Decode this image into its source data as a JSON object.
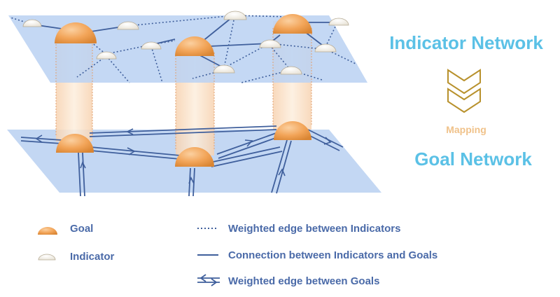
{
  "labels": {
    "top_network": "Indicator Network",
    "mapping": "Mapping",
    "bottom_network": "Goal Network"
  },
  "legend": {
    "goal": "Goal",
    "indicator": "Indicator",
    "dotted_edge": "Weighted edge between Indicators",
    "solid_edge": "Connection between Indicators and Goals",
    "goal_edge": "Weighted edge between Goals"
  },
  "colors": {
    "plane": "#bcd3f2",
    "goal_node": "#f2a458",
    "indicator_node": "#f3efe6",
    "edge": "#3f5f9c",
    "title": "#5bc1e6",
    "mapping": "#f0c28a",
    "chevron": "#b8912c",
    "pillar": "#fbe5d0"
  }
}
